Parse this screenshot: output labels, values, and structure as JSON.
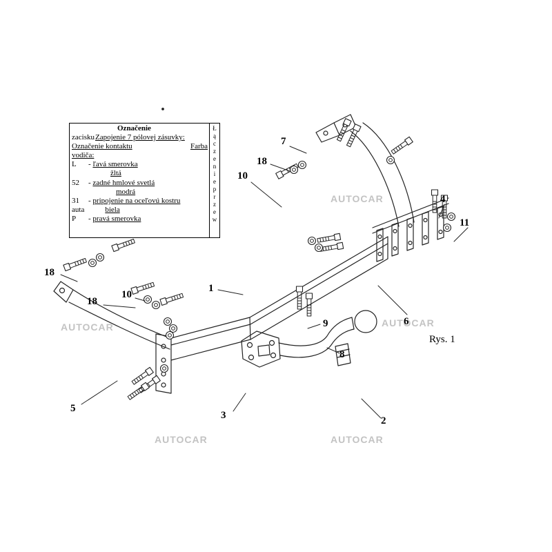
{
  "figure": {
    "caption": "Rys. 1",
    "watermark": "AUTOCAR",
    "line_color": "#222222",
    "watermark_color": "#c3c3c3"
  },
  "info_box": {
    "header": "Označenie",
    "subheader": "zacisku",
    "title": "Zapojenie 7 pólovej zásuvky:",
    "col1": "Označenie kontaktu",
    "col2a": "Farba",
    "col2b": "vodiča:",
    "dash": "-",
    "r1_code": "L",
    "r1_desc": "ľavá smerovka",
    "r1_color": "žltá",
    "r2_code": "52",
    "r2_desc": "zadné hmlové svetlá",
    "r2_color": "modrá",
    "r3_code": "31",
    "r3_desc": "pripojenie na oceľovú kostru",
    "r3_cont": "auta",
    "r3_color": "biela",
    "r4_code": "P",
    "r4_desc": "pravá smerovka",
    "side_text": "Łączenieprzew"
  },
  "part_labels": [
    "7",
    "18",
    "10",
    "4",
    "11",
    "18",
    "10",
    "18",
    "1",
    "9",
    "6",
    "8",
    "5",
    "3",
    "2"
  ]
}
